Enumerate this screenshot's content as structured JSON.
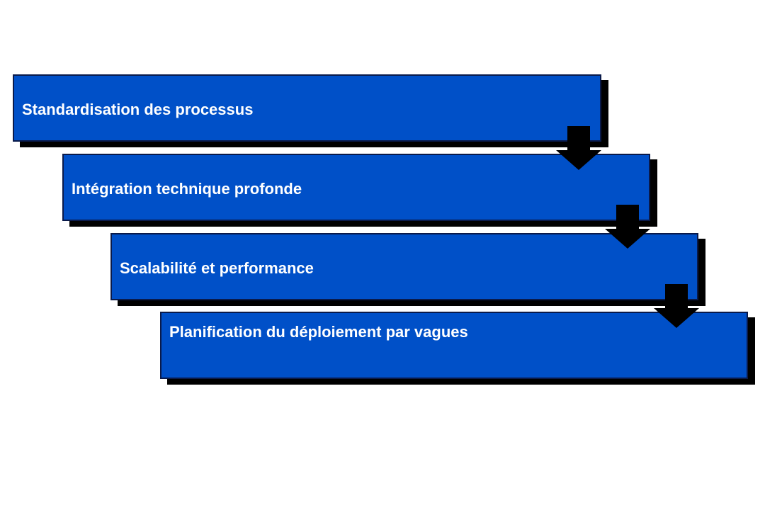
{
  "diagram": {
    "steps": [
      {
        "label": "Standardisation des processus"
      },
      {
        "label": "Intégration technique profonde"
      },
      {
        "label": "Scalabilité et performance"
      },
      {
        "label": "Planification du déploiement par vagues"
      }
    ],
    "colors": {
      "box_fill": "#0050c8",
      "shadow": "#000000",
      "arrow": "#000000",
      "text": "#ffffff"
    }
  }
}
